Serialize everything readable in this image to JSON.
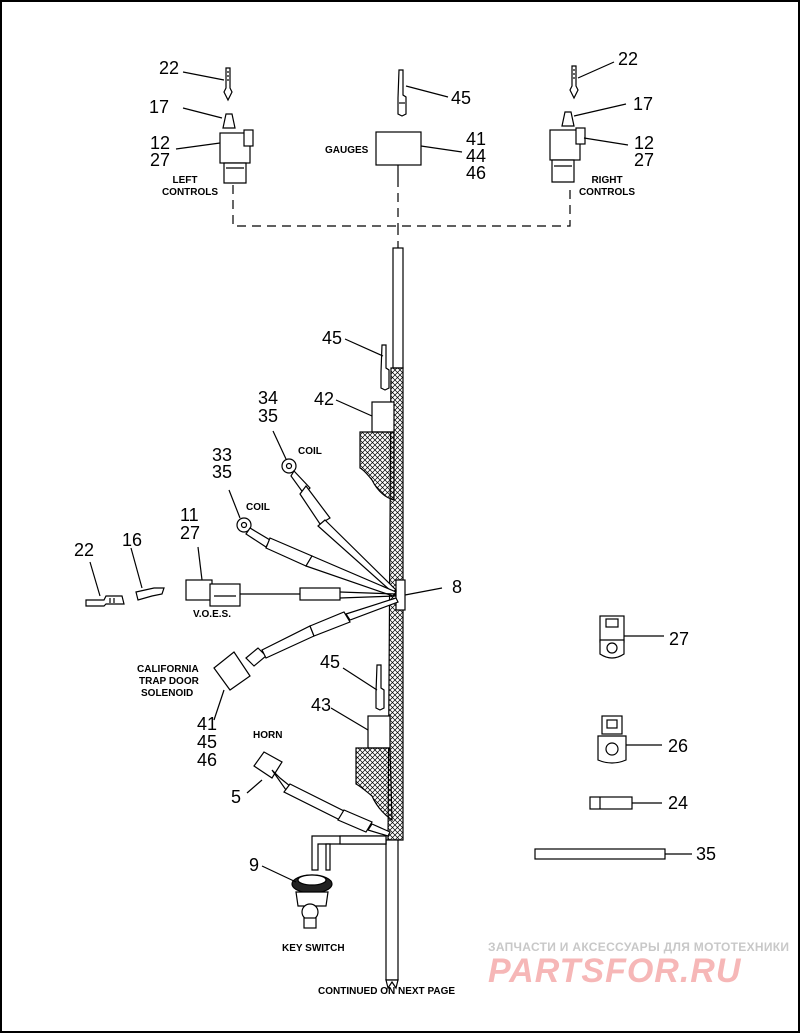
{
  "callouts": {
    "c22_tl": "22",
    "c17_tl": "17",
    "c12_tl": "12",
    "c27_tl": "27",
    "c45_top": "45",
    "c41_top": "41",
    "c44_top": "44",
    "c46_top": "46",
    "c22_tr": "22",
    "c17_tr": "17",
    "c12_tr": "12",
    "c27_tr": "27",
    "c45_a": "45",
    "c42": "42",
    "c34": "34",
    "c35_a": "35",
    "c33": "33",
    "c35_b": "35",
    "c11": "11",
    "c27_mid": "27",
    "c16": "16",
    "c22_mid": "22",
    "c8": "8",
    "c45_b": "45",
    "c43": "43",
    "c41_b": "41",
    "c45_c": "45",
    "c46_b": "46",
    "c5": "5",
    "c9": "9",
    "c27_r": "27",
    "c26": "26",
    "c24": "24",
    "c35_r": "35"
  },
  "labels": {
    "left_controls_1": "LEFT",
    "left_controls_2": "CONTROLS",
    "right_controls_1": "RIGHT",
    "right_controls_2": "CONTROLS",
    "gauges": "GAUGES",
    "coil_1": "COIL",
    "coil_2": "COIL",
    "voes": "V.O.E.S.",
    "california_1": "CALIFORNIA",
    "california_2": "TRAP DOOR",
    "california_3": "SOLENOID",
    "horn": "HORN",
    "key_switch": "KEY SWITCH",
    "continued": "CONTINUED ON NEXT PAGE"
  },
  "watermark": {
    "line1": "ЗАПЧАСТИ И АКСЕССУАРЫ ДЛЯ МОТОТЕХНИКИ",
    "line2": "PARTSFOR.RU"
  },
  "colors": {
    "line": "#000000",
    "background": "#ffffff",
    "watermark_red": "#f6b7b7",
    "watermark_gray": "#c8c8c8"
  }
}
